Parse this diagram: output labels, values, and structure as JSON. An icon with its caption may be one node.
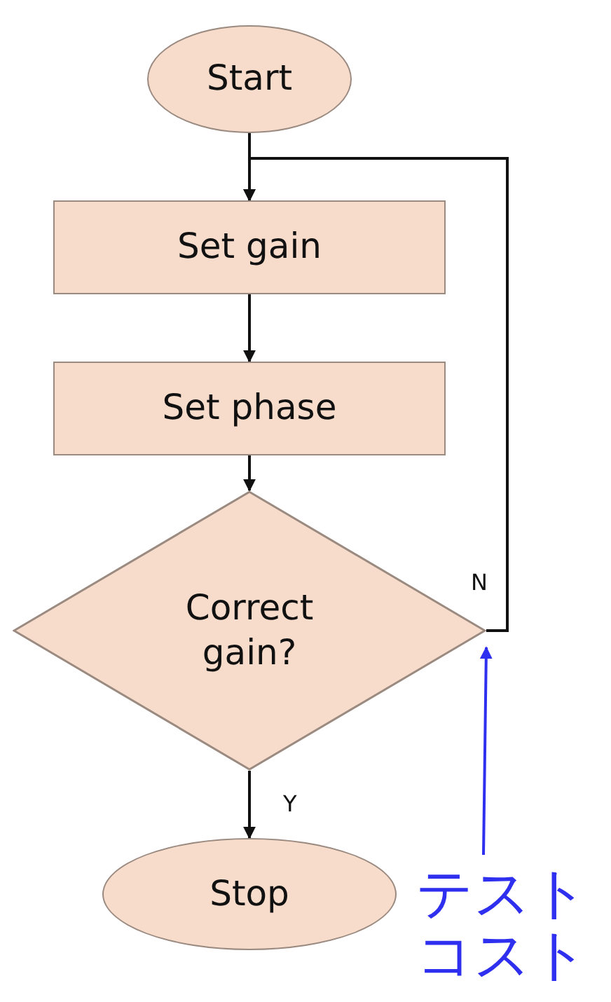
{
  "diagram": {
    "nodes": [
      {
        "text": [
          "Start"
        ]
      },
      {
        "text": [
          "Set gain"
        ]
      },
      {
        "text": [
          "Set phase"
        ]
      },
      {
        "text": [
          "Correct gain?"
        ]
      },
      {
        "text": [
          "Stop"
        ]
      },
      {
        "text": [
          "テストコスト"
        ]
      }
    ],
    "edges": [
      {
        "from": 0,
        "to": 1,
        "arrow": "to"
      },
      {
        "from": 1,
        "to": 2,
        "arrow": "to"
      },
      {
        "from": 2,
        "to": 3,
        "arrow": "to"
      },
      {
        "from": 3,
        "to": 4,
        "arrow": "to",
        "label": "Y"
      },
      {
        "from": 3,
        "to": 1,
        "arrow": "to",
        "label": "N"
      },
      {
        "from": 5,
        "to": 3,
        "arrow": "to",
        "color": "#2f2ff0"
      }
    ]
  }
}
